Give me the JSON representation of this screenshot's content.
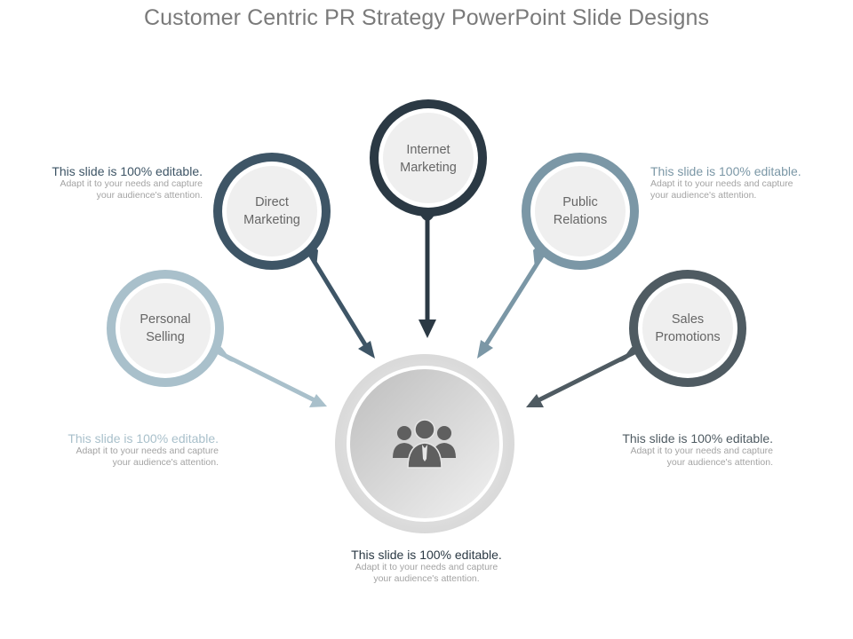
{
  "title": "Customer Centric PR Strategy PowerPoint Slide Designs",
  "nodes": [
    {
      "label_line1": "Personal",
      "label_line2": "Selling",
      "color": "#a9c0cb"
    },
    {
      "label_line1": "Direct",
      "label_line2": "Marketing",
      "color": "#3e5566"
    },
    {
      "label_line1": "Internet",
      "label_line2": "Marketing",
      "color": "#2b3944"
    },
    {
      "label_line1": "Public",
      "label_line2": "Relations",
      "color": "#7b97a6"
    },
    {
      "label_line1": "Sales",
      "label_line2": "Promotions",
      "color": "#4f5b62"
    }
  ],
  "center": {
    "icon": "people-group-icon"
  },
  "notes": {
    "top_left": {
      "head": "This slide is 100% editable.",
      "body1": "Adapt it to your needs and capture",
      "body2": "your audience's attention.",
      "head_color": "#3e5566"
    },
    "top_right": {
      "head": "This slide is 100% editable.",
      "body1": "Adapt it to your needs and capture",
      "body2": "your audience's attention.",
      "head_color": "#7b97a6"
    },
    "mid_left": {
      "head": "This slide is 100% editable.",
      "body1": "Adapt it to your needs and capture",
      "body2": "your audience's attention.",
      "head_color": "#a9c0cb"
    },
    "mid_right": {
      "head": "This slide is 100% editable.",
      "body1": "Adapt it to your needs and capture",
      "body2": "your audience's attention.",
      "head_color": "#4f5b62"
    },
    "bottom": {
      "head": "This slide is 100% editable.",
      "body1": "Adapt it to your needs and capture",
      "body2": "your audience's attention.",
      "head_color": "#2b3944"
    }
  }
}
